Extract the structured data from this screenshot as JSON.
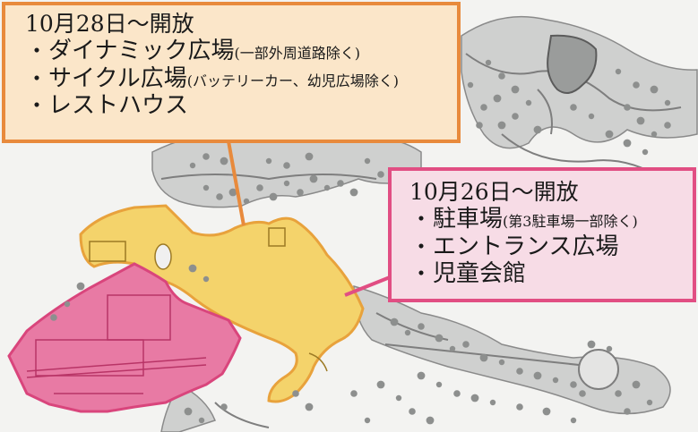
{
  "callouts": {
    "oct28": {
      "date": "10月28日〜開放",
      "bullet": "・",
      "items": [
        {
          "name": "ダイナミック広場",
          "note": "(一部外周道路除く)"
        },
        {
          "name": "サイクル広場",
          "note": "(バッテリーカー、幼児広場除く)"
        },
        {
          "name": "レストハウス",
          "note": ""
        }
      ],
      "fill_color": "#fbe6c9",
      "border_color": "#e88a3c"
    },
    "oct26": {
      "date": "10月26日〜開放",
      "bullet": "・",
      "items": [
        {
          "name": "駐車場",
          "note": "(第3駐車場一部除く)"
        },
        {
          "name": "エントランス広場",
          "note": ""
        },
        {
          "name": "児童会館",
          "note": ""
        }
      ],
      "fill_color": "#f7dce6",
      "border_color": "#e14e83"
    }
  },
  "zones": {
    "yellow": {
      "fill": "#f4d36b",
      "stroke": "#e8a23c"
    },
    "pink": {
      "fill": "#e87aa4",
      "stroke": "#d9457c"
    }
  },
  "map_colors": {
    "background": "#f3f3f1",
    "path_gray": "#cfd0cf",
    "path_stroke": "#7e7e7e",
    "tree": "#8d8f8e",
    "building": "#9a9c9b"
  }
}
